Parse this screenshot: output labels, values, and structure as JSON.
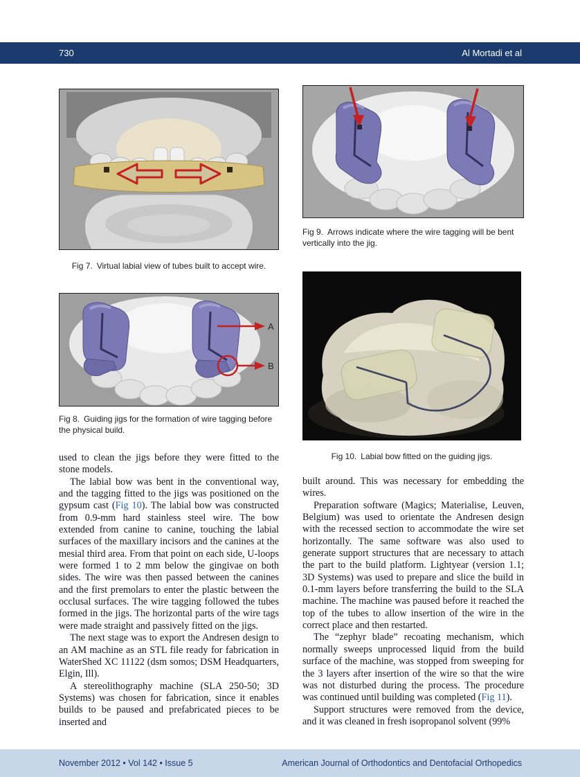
{
  "header": {
    "page_number": "730",
    "running_title": "Al Mortadi et al"
  },
  "footer": {
    "issue_info": "November 2012 • Vol 142 • Issue 5",
    "journal_name": "American Journal of Orthodontics and Dentofacial Orthopedics"
  },
  "colors": {
    "header_band": "#1b3b6f",
    "footer_band": "#c7d6e9",
    "footer_text": "#1b3b6f",
    "figure_link_blue": "#2b5fa8",
    "annotation_arrow_red": "#c42222",
    "jig_purple": "#7b78b6"
  },
  "figures": {
    "fig7": {
      "label": "Fig 7.",
      "caption": "Virtual labial view of tubes built to accept wire."
    },
    "fig8": {
      "label": "Fig 8.",
      "caption": "Guiding jigs for the formation of wire tagging before the physical build.",
      "annotations": [
        "A",
        "B"
      ]
    },
    "fig9": {
      "label": "Fig 9.",
      "caption": "Arrows indicate where the wire tagging will be bent vertically into the jig."
    },
    "fig10": {
      "label": "Fig 10.",
      "caption": "Labial bow fitted on the guiding jigs."
    }
  },
  "columns": {
    "left": [
      {
        "indent": false,
        "segments": [
          {
            "t": "used to clean the jigs before they were fitted to the stone models."
          }
        ]
      },
      {
        "indent": true,
        "segments": [
          {
            "t": "The labial bow was bent in the conventional way, and the tagging fitted to the jigs was positioned on the gypsum cast ("
          },
          {
            "t": "Fig 10",
            "link": true
          },
          {
            "t": "). The labial bow was constructed from 0.9-mm hard stainless steel wire. The bow extended from canine to canine, touching the labial surfaces of the maxillary incisors and the canines at the mesial third area. From that point on each side, U-loops were formed 1 to 2 mm below the gingivae on both sides. The wire was then passed between the canines and the first premolars to enter the plastic between the occlusal surfaces. The wire tagging followed the tubes formed in the jigs. The horizontal parts of the wire tags were made straight and passively fitted on the jigs."
          }
        ]
      },
      {
        "indent": true,
        "segments": [
          {
            "t": "The next stage was to export the Andresen design to an AM machine as an STL file ready for fabrication in WaterShed XC 11122 (dsm somos; DSM Headquarters, Elgin, Ill)."
          }
        ]
      },
      {
        "indent": true,
        "segments": [
          {
            "t": "A stereolithography machine (SLA 250-50; 3D Systems) was chosen for fabrication, since it enables builds to be paused and prefabricated pieces to be inserted and"
          }
        ]
      }
    ],
    "right": [
      {
        "indent": false,
        "segments": [
          {
            "t": "built around. This was necessary for embedding the wires."
          }
        ]
      },
      {
        "indent": true,
        "segments": [
          {
            "t": "Preparation software (Magics; Materialise, Leuven, Belgium) was used to orientate the Andresen design with the recessed section to accommodate the wire set horizontally. The same software was also used to generate support structures that are necessary to attach the part to the build platform. Lightyear (version 1.1; 3D Systems) was used to prepare and slice the build in 0.1-mm layers before transferring the build to the SLA machine. The machine was paused before it reached the top of the tubes to allow insertion of the wire in the correct place and then restarted."
          }
        ]
      },
      {
        "indent": true,
        "segments": [
          {
            "t": "The “zephyr blade” recoating mechanism, which normally sweeps unprocessed liquid from the build surface of the machine, was stopped from sweeping for the 3 layers after insertion of the wire so that the wire was not disturbed during the process. The procedure was continued until building was completed ("
          },
          {
            "t": "Fig 11",
            "link": true
          },
          {
            "t": ")."
          }
        ]
      },
      {
        "indent": true,
        "segments": [
          {
            "t": "Support structures were removed from the device, and it was cleaned in fresh isopropanol solvent (99%"
          }
        ]
      }
    ]
  }
}
